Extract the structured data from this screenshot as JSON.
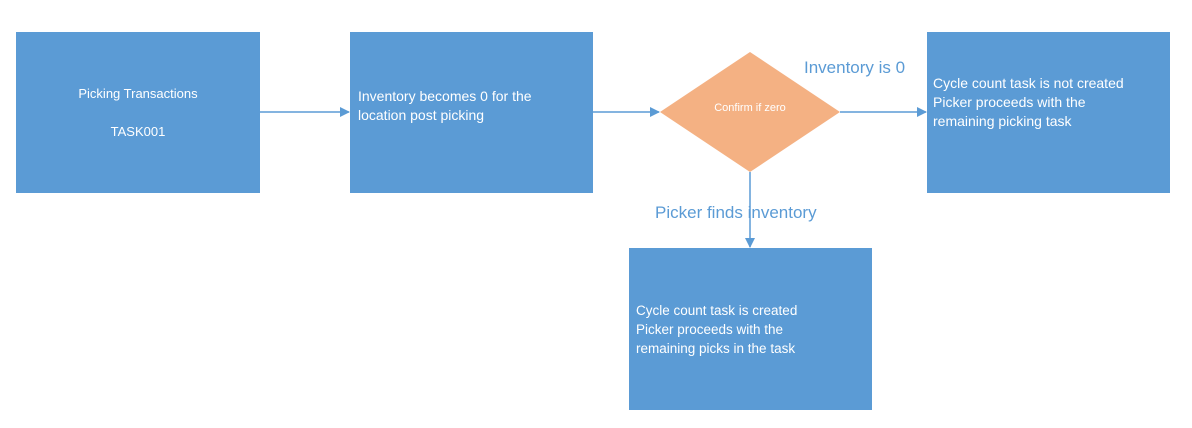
{
  "nodes": {
    "picking": {
      "line1": "Picking Transactions",
      "line2": "TASK001"
    },
    "inventory_zero": {
      "line1": "Inventory becomes 0 for the",
      "line2": "location post picking"
    },
    "decision": {
      "label": "Confirm if zero"
    },
    "not_created": {
      "line1": "Cycle count task is not created",
      "line2": "Picker proceeds with the",
      "line3": "remaining picking task"
    },
    "created": {
      "line1": "Cycle count task is created",
      "line2": "Picker proceeds with the",
      "line3": "remaining picks in the task"
    }
  },
  "edges": {
    "inventory_is_zero": "Inventory is 0",
    "picker_finds_inventory": "Picker finds inventory"
  },
  "colors": {
    "box_fill": "#5b9bd5",
    "decision_fill": "#f4b183",
    "connector": "#5b9bd5",
    "text_on_box": "#ffffff"
  }
}
